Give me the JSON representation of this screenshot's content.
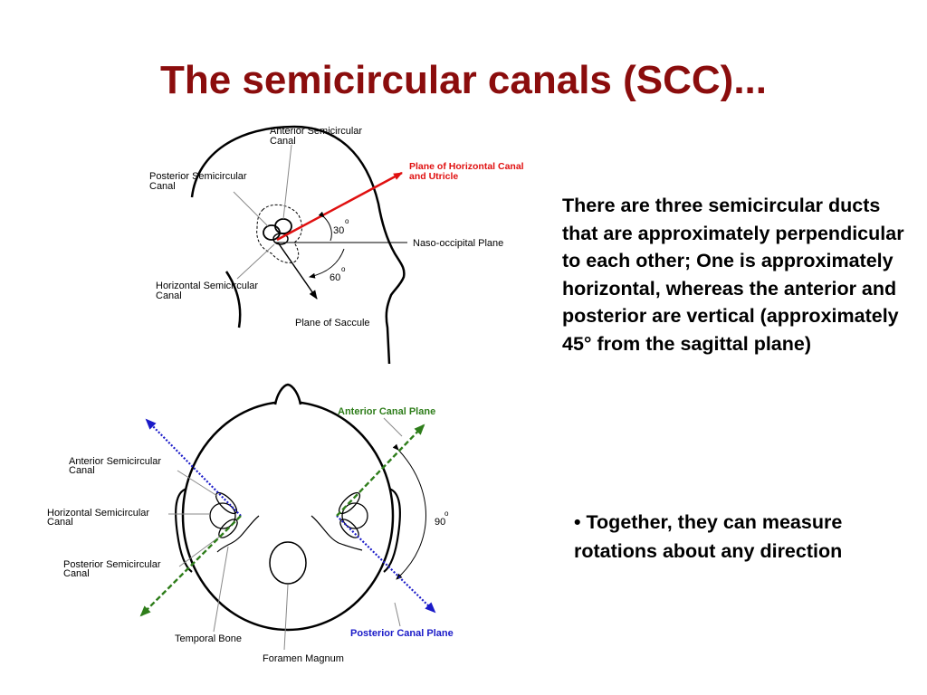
{
  "slide": {
    "title": "The semicircular canals (SCC)...",
    "description": "There are three semicircular ducts that are approximately perpendicular to each other; One is approximately horizontal, whereas the anterior and posterior are vertical (approximately 45° from the sagittal plane)",
    "bullet_symbol": "•",
    "bullet_text": "Together, they can measure rotations about any direction"
  },
  "side_view": {
    "anterior_scc": [
      "Anterior Semicircular",
      "Canal"
    ],
    "posterior_scc": [
      "Posterior Semicircular",
      "Canal"
    ],
    "horizontal_scc": [
      "Horizontal Semicircular",
      "Canal"
    ],
    "plane_horizontal": [
      "Plane of Horizontal Canal",
      "and Utricle"
    ],
    "naso_occipital": "Naso-occipital Plane",
    "plane_saccule": "Plane of Saccule",
    "angle_upper": "30",
    "angle_lower": "60",
    "degree_mark": "o"
  },
  "top_view": {
    "anterior_plane": "Anterior Canal Plane",
    "posterior_plane": "Posterior Canal Plane",
    "anterior_scc": [
      "Anterior Semicircular",
      "Canal"
    ],
    "horizontal_scc": [
      "Horizontal Semicircular",
      "Canal"
    ],
    "posterior_scc": [
      "Posterior Semicircular",
      "Canal"
    ],
    "temporal_bone": "Temporal Bone",
    "foramen_magnum": "Foramen Magnum",
    "angle": "90",
    "degree_mark": "o"
  },
  "colors": {
    "title": "#8b0d0d",
    "utricle_plane": "#e01010",
    "anterior_plane": "#2e7d1a",
    "posterior_plane": "#1a1ac8",
    "text": "#000000"
  }
}
